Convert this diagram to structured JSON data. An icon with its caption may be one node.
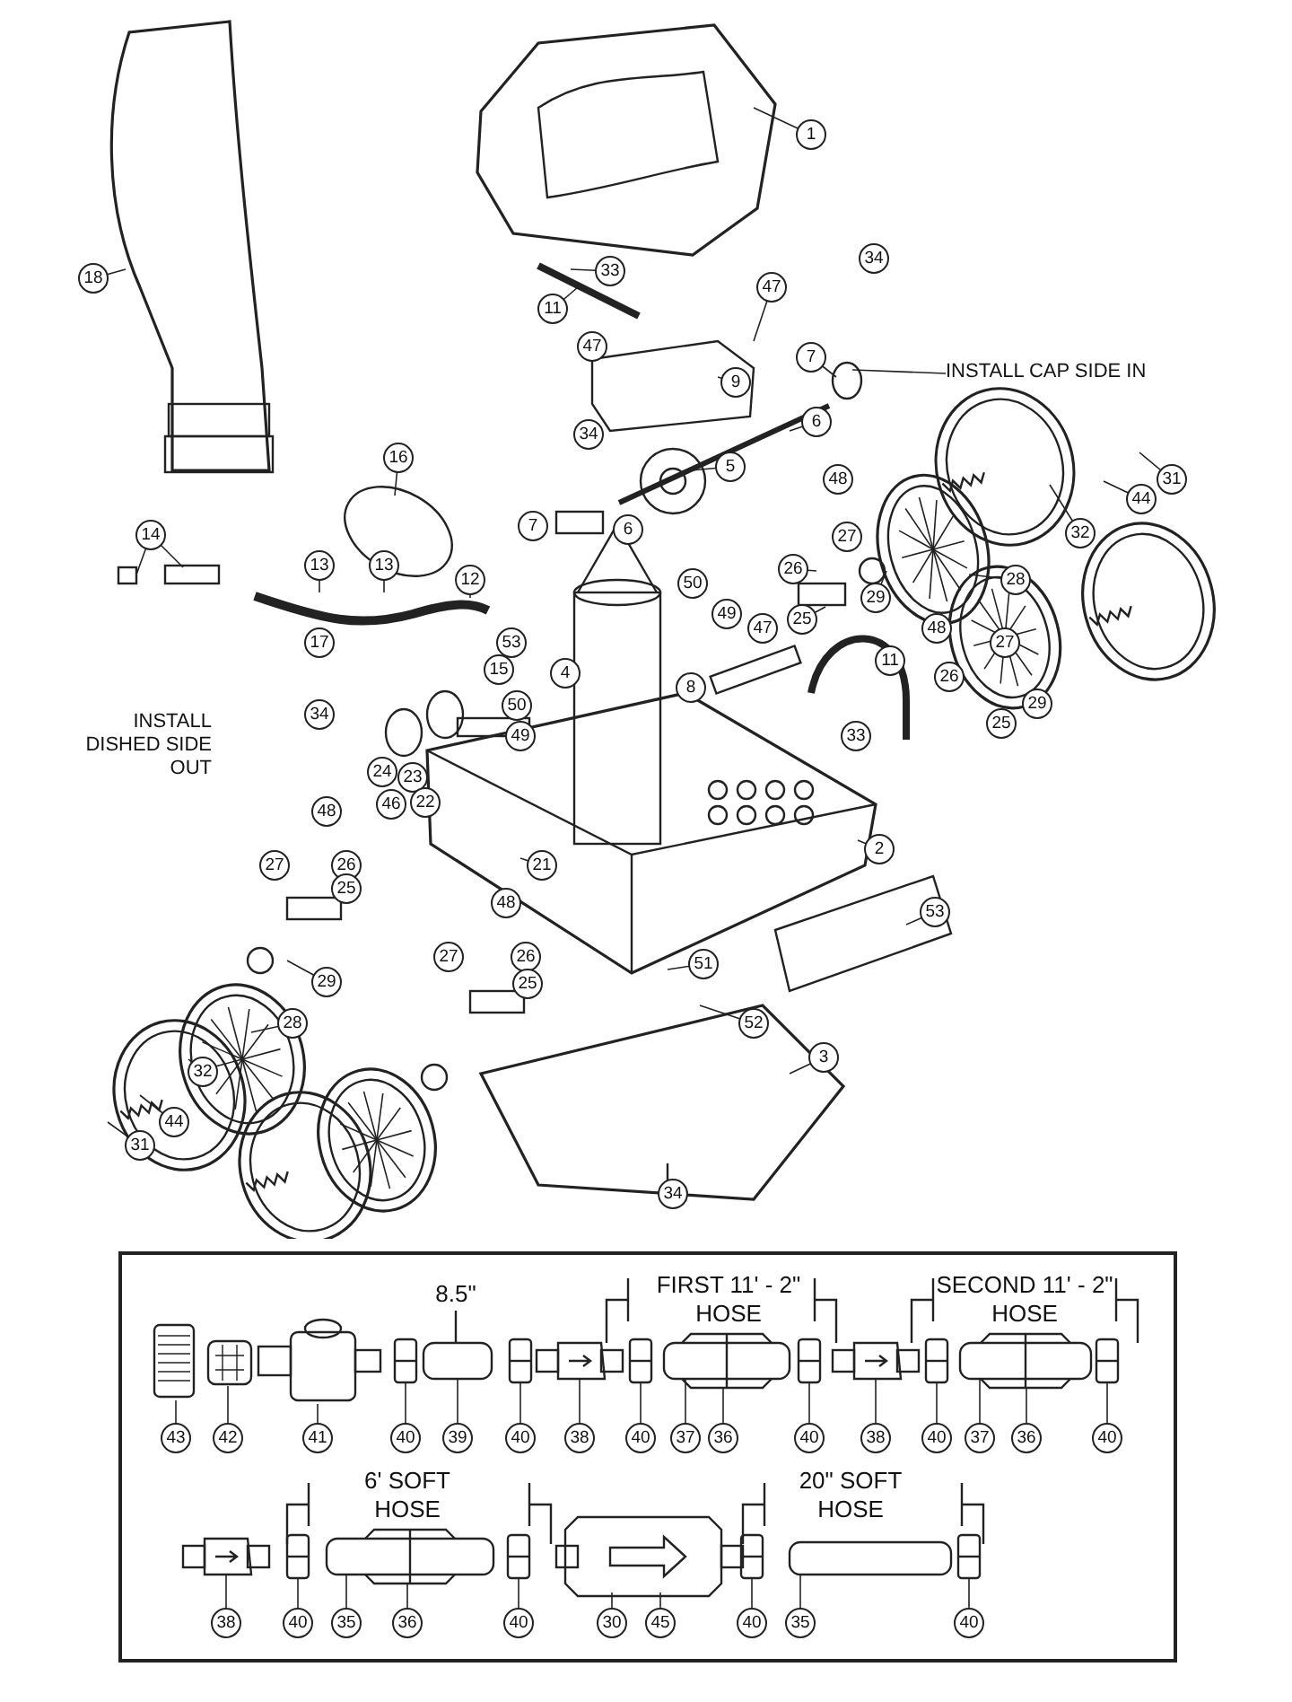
{
  "diagram": {
    "labels": [
      "1",
      "18",
      "33",
      "47",
      "34",
      "11",
      "47",
      "7",
      "INSTALL CAP SIDE IN",
      "9",
      "6",
      "34",
      "16",
      "5",
      "48",
      "31",
      "44",
      "14",
      "7",
      "6",
      "27",
      "32",
      "13",
      "13",
      "12",
      "50",
      "26",
      "28",
      "29",
      "49",
      "47",
      "25",
      "48",
      "17",
      "53",
      "27",
      "11",
      "15",
      "4",
      "26",
      "8",
      "50",
      "29",
      "INSTALL DISHED SIDE OUT",
      "34",
      "25",
      "49",
      "33",
      "24",
      "23",
      "46",
      "22",
      "48",
      "2",
      "27",
      "26",
      "21",
      "25",
      "48",
      "53",
      "27",
      "26",
      "51",
      "29",
      "25",
      "28",
      "52",
      "3",
      "32",
      "44",
      "31",
      "34",
      "8.5\"",
      "FIRST 11' - 2\" HOSE",
      "SECOND 11' - 2\" HOSE",
      "43",
      "42",
      "41",
      "40",
      "39",
      "40",
      "38",
      "40",
      "37",
      "36",
      "40",
      "38",
      "40",
      "37",
      "36",
      "40",
      "6' SOFT HOSE",
      "20\" SOFT HOSE",
      "38",
      "40",
      "35",
      "36",
      "40",
      "30",
      "45",
      "40",
      "35",
      "40"
    ]
  }
}
